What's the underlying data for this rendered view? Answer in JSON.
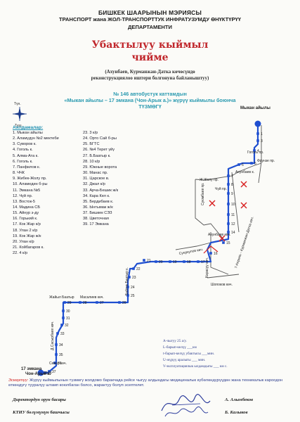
{
  "header": {
    "line1": "БИШКЕК ШААРЫНЫН МЭРИЯСЫ",
    "line2": "ТРАНСПОРТ жана ЖОЛ-ТРАНСПОРТТУК ИНФРАТУЗУМДУ ӨНҮКТҮРҮҮ",
    "line3": "ДЕПАРТАМЕНТИ"
  },
  "title": {
    "line1": "Убактылуу кыймыл",
    "line2": "чийме"
  },
  "subtitle": {
    "line1": "(Ахунбаев, Курманжан-Датка көчөсүндө",
    "line2": "реконструкциялоо иштери болгонуна байланыштуу)"
  },
  "route": {
    "line1": "№ 146 автобустук каттамдын",
    "line2": "«Мыкан айылы – 17 эмкана (Чон-Арык а.)» жүрүү кыймылы боюнча",
    "line3": "ТҮЗМӨГҮ"
  },
  "compass": {
    "north": "Түн.",
    "south": "Түш."
  },
  "stops_title": "Аялдамалар:",
  "stops_left": [
    "1. Мыкан айылы",
    "2. Аламүдүн №2 мектеби",
    "3. Суворов к.",
    "4. Гоголь к.",
    "5. Алма-Ата к.",
    "6. Гоголь к.",
    "7. Панфилов к.",
    "8. ЧЧК",
    "9. Жибек-Жолу пр.",
    "10. Аламедин б-ры",
    "11. Эмкана №5",
    "12. Чүй пр.",
    "13. Восток-5",
    "14. Мадина СБ",
    "15. Айнур з-ду",
    "16. Горький к.",
    "17. Кок Жар к/р",
    "18. Улан 2 к/р",
    "19. Кок Жар ж/к",
    "20. Улан к/р",
    "21. Койбагаров к.",
    "22. 4 к/р"
  ],
  "stops_right": [
    "23.   3 к/р",
    "24. Орто Сай б-ры",
    "25. БГТС",
    "26. №4 Терет үйү",
    "27. Б.Баатыр к.",
    "28. 10 к/р",
    "29. Южные ворота",
    "30. Манас пр.",
    "31. Царское в.",
    "32. Джал к/р",
    "33. Арча-Бешик ж/к",
    "34. Кара Кел к.",
    "35. Бердибаев к.",
    "36. Ынтымак ж/к",
    "37. Бишкек СЭЗ",
    "38. Цветочная",
    "39. 17 Эмкана"
  ],
  "map": {
    "start_label": "Мыкан айылы",
    "end_label_1": "17 эмкана",
    "end_label_2": "Чон-Арык а.",
    "streets": {
      "gogol": "Гоголь пр.",
      "frunze": "Фрунзе пр.",
      "tolstoy": "Ахунбаев к.",
      "jibek": "Ж.Жолу пр.",
      "chuy": "Чүй пр.",
      "syuymbaev": "Суюмбаев пр.",
      "akhunbaev": "Ахунбаев көч.",
      "kurmanjan": "7-Апрель - Курманжан-Датка көч.",
      "suerkulov": "Суеркулов көч.",
      "karasuu": "Карасуу көч.",
      "shopokov": "Шопоков көч.",
      "baatyr": "Байтик Баатыр к.",
      "jaiyl": "Жайыл Баатыр",
      "masaliev": "Масалиев көч.",
      "sasyrbaev": "Д.Сасырбаев көч.",
      "sever": "Север көч."
    },
    "stop_numbers": [
      "1",
      "3",
      "4",
      "5",
      "6",
      "7",
      "8",
      "9",
      "10",
      "11",
      "12",
      "14",
      "15",
      "16",
      "17",
      "18",
      "19",
      "20",
      "21",
      "22",
      "23",
      "24",
      "25",
      "26",
      "27",
      "28",
      "29",
      "30",
      "31",
      "32",
      "33",
      "34",
      "35",
      "36",
      "37",
      "38",
      "39"
    ]
  },
  "legend": {
    "line1": "А-чыгуу  25  а/у.",
    "line2": "L-барып-келүү ___км",
    "line3": "t-барып-келүү убактысы ___мин.",
    "line4": "U-жүрүү аралыгы ___ мин.",
    "line5": "V-эксплуатациялык ылдамдыгы ___ км с."
  },
  "note": {
    "label": "Эскертүү:",
    "text": " Жүрүү кыймылынын түзмөгү жолдомо баракчада рейсе чыгуу алдындагы медициналык күбөлөндүрүүдөн жана техникалык кароодон өткөндүгү тууралуу штамп коюлбаган болсо, жарактуу болуп эсептелет."
  },
  "signatures": {
    "role1": "Директордун орун басары",
    "name1": "А. Алымбеков",
    "role2": "КТИУ бөлүмүнүн башчысы",
    "name2": "Б. Калыков"
  },
  "colors": {
    "route_blue": "#1f4fd0",
    "street_gray": "#555555",
    "title_red": "#c0262b",
    "header_teal": "#2a9ab0",
    "closure_red": "#d82020"
  }
}
